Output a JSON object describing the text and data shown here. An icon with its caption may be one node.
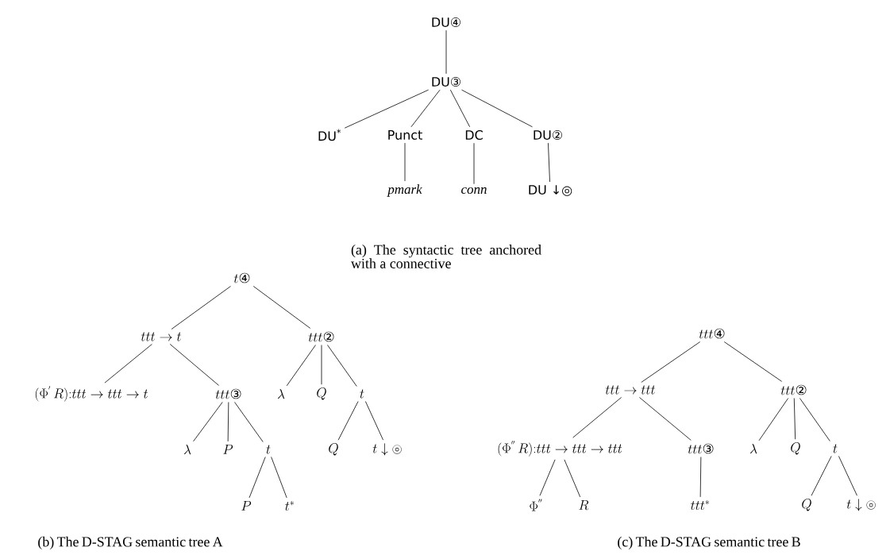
{
  "diagram": {
    "nodes": [
      {
        "text": [
          "DU④"
        ]
      },
      {
        "text": [
          "DU③"
        ]
      },
      {
        "text": [
          "DU$^{*}$"
        ]
      },
      {
        "text": [
          "Punct"
        ]
      },
      {
        "text": [
          "DC"
        ]
      },
      {
        "text": [
          "DU②"
        ]
      },
      {
        "text": [
          "pmark"
        ]
      },
      {
        "text": [
          "conn"
        ]
      },
      {
        "text": [
          "DU ↓◎"
        ]
      },
      {
        "text": [
          "t\\textsf{④}"
        ]
      },
      {
        "text": [
          "ttt \\to t"
        ]
      },
      {
        "text": [
          "ttt\\textsf{②}"
        ]
      },
      {
        "text": [
          "(\\Phi^{'}\\,R){:}ttt \\to ttt \\to t"
        ]
      },
      {
        "text": [
          "ttt\\textsf{③}"
        ]
      },
      {
        "text": [
          "\\lambda"
        ]
      },
      {
        "text": [
          "Q"
        ]
      },
      {
        "text": [
          "t"
        ]
      },
      {
        "text": [
          "\\lambda"
        ]
      },
      {
        "text": [
          "P"
        ]
      },
      {
        "text": [
          "t"
        ]
      },
      {
        "text": [
          "Q"
        ]
      },
      {
        "text": [
          "t\\downarrow\\circledcirc"
        ]
      },
      {
        "text": [
          "P"
        ]
      },
      {
        "text": [
          "t^{*}"
        ]
      },
      {
        "text": [
          "ttt\\textsf{④}"
        ]
      },
      {
        "text": [
          "ttt \\to ttt"
        ]
      },
      {
        "text": [
          "ttt\\textsf{②}"
        ]
      },
      {
        "text": [
          "(\\Phi^{''}\\,R){:}ttt \\to ttt \\to ttt"
        ]
      },
      {
        "text": [
          "ttt\\textsf{③}"
        ]
      },
      {
        "text": [
          "\\lambda"
        ]
      },
      {
        "text": [
          "Q"
        ]
      },
      {
        "text": [
          "t"
        ]
      },
      {
        "text": [
          "\\Phi^{''}"
        ]
      },
      {
        "text": [
          "R"
        ]
      },
      {
        "text": [
          "ttt^{*}"
        ]
      },
      {
        "text": [
          "Q"
        ]
      },
      {
        "text": [
          "t\\downarrow\\circledcirc"
        ]
      }
    ],
    "edges": [
      {
        "from": 0,
        "to": 1,
        "arrow": "none"
      },
      {
        "from": 1,
        "to": 2,
        "arrow": "none"
      },
      {
        "from": 1,
        "to": 3,
        "arrow": "none"
      },
      {
        "from": 1,
        "to": 4,
        "arrow": "none"
      },
      {
        "from": 1,
        "to": 5,
        "arrow": "none"
      },
      {
        "from": 3,
        "to": 6,
        "arrow": "none"
      },
      {
        "from": 4,
        "to": 7,
        "arrow": "none"
      },
      {
        "from": 5,
        "to": 8,
        "arrow": "none"
      },
      {
        "from": 9,
        "to": 10,
        "arrow": "none"
      },
      {
        "from": 9,
        "to": 11,
        "arrow": "none"
      },
      {
        "from": 10,
        "to": 12,
        "arrow": "none"
      },
      {
        "from": 10,
        "to": 13,
        "arrow": "none"
      },
      {
        "from": 11,
        "to": 14,
        "arrow": "none"
      },
      {
        "from": 11,
        "to": 15,
        "arrow": "none"
      },
      {
        "from": 11,
        "to": 16,
        "arrow": "none"
      },
      {
        "from": 13,
        "to": 17,
        "arrow": "none"
      },
      {
        "from": 13,
        "to": 18,
        "arrow": "none"
      },
      {
        "from": 13,
        "to": 19,
        "arrow": "none"
      },
      {
        "from": 16,
        "to": 20,
        "arrow": "none"
      },
      {
        "from": 16,
        "to": 21,
        "arrow": "none"
      },
      {
        "from": 19,
        "to": 22,
        "arrow": "none"
      },
      {
        "from": 19,
        "to": 23,
        "arrow": "none"
      },
      {
        "from": 24,
        "to": 25,
        "arrow": "none"
      },
      {
        "from": 24,
        "to": 26,
        "arrow": "none"
      },
      {
        "from": 25,
        "to": 27,
        "arrow": "none"
      },
      {
        "from": 25,
        "to": 28,
        "arrow": "none"
      },
      {
        "from": 26,
        "to": 29,
        "arrow": "none"
      },
      {
        "from": 26,
        "to": 30,
        "arrow": "none"
      },
      {
        "from": 26,
        "to": 31,
        "arrow": "none"
      },
      {
        "from": 27,
        "to": 32,
        "arrow": "none"
      },
      {
        "from": 27,
        "to": 33,
        "arrow": "none"
      },
      {
        "from": 28,
        "to": 34,
        "arrow": "none"
      },
      {
        "from": 31,
        "to": 35,
        "arrow": "none"
      },
      {
        "from": 31,
        "to": 36,
        "arrow": "none"
      }
    ],
    "labels": [
      "(a) The syntactic tree anchored with a connective",
      "(b) The D-STAG semantic tree A",
      "(c) The D-STAG semantic tree B"
    ]
  }
}
